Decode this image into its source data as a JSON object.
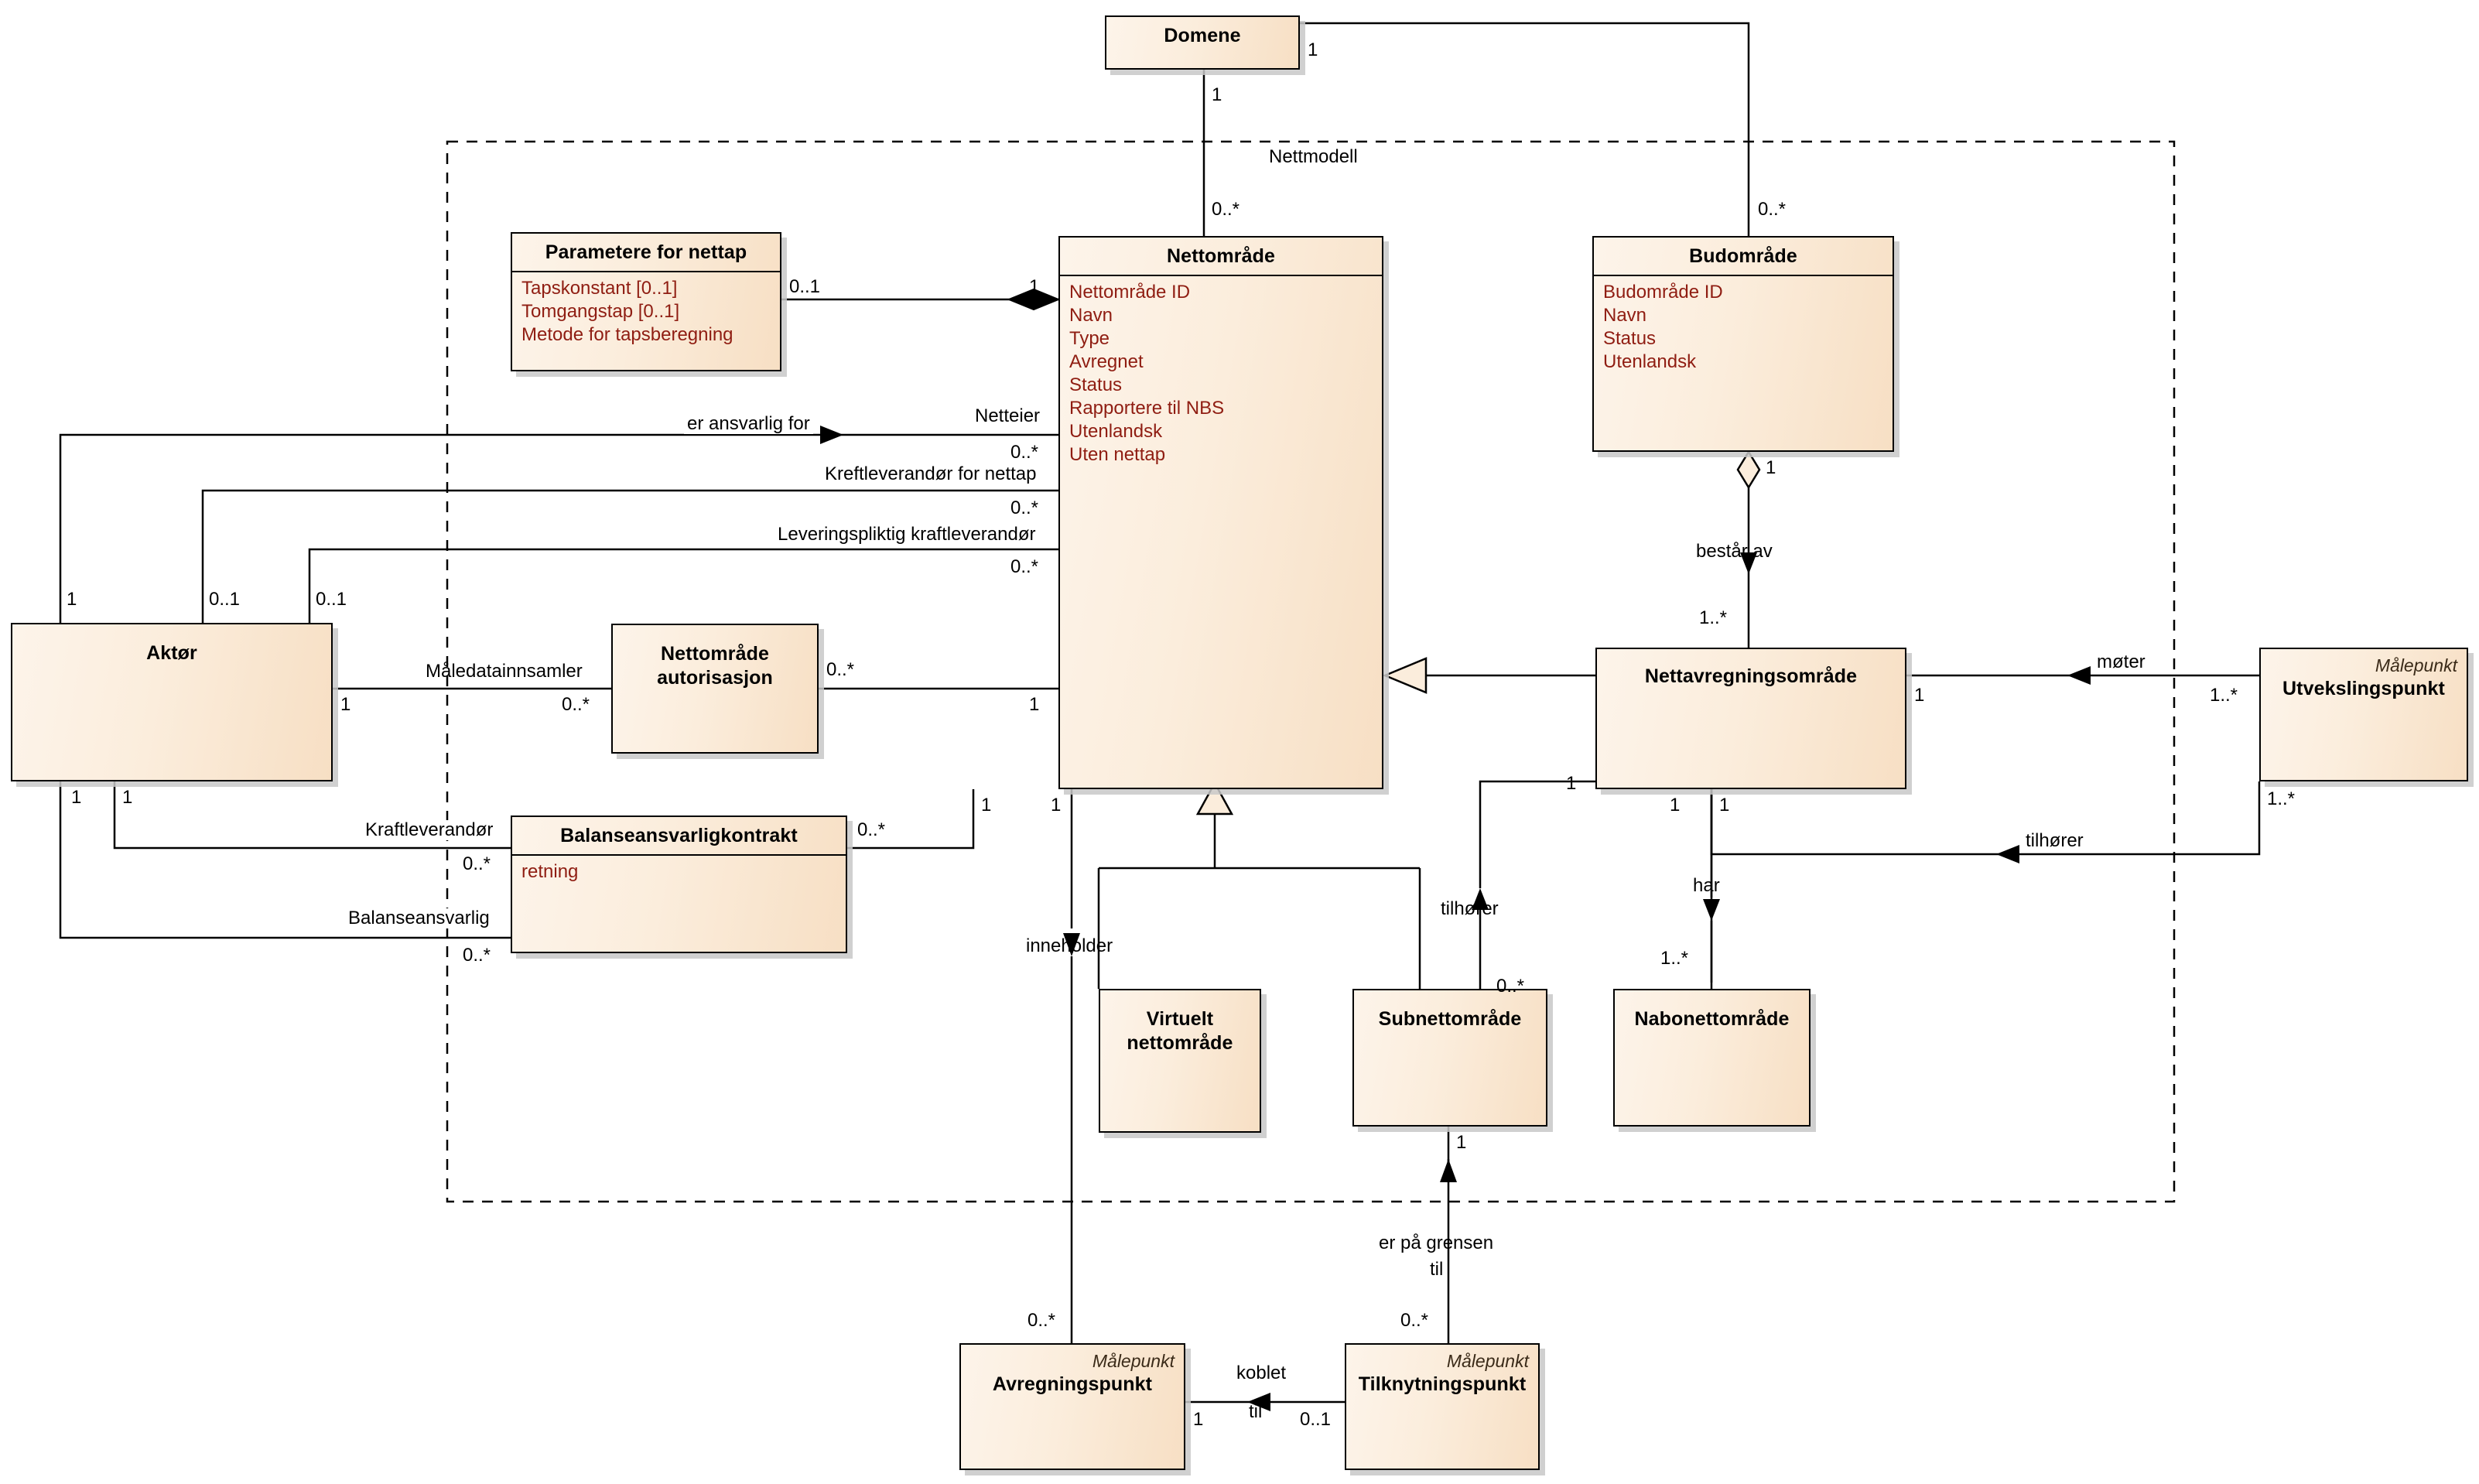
{
  "diagram": {
    "type": "uml-class-diagram",
    "title": "Nettmodell",
    "package_label": "Nettmodell"
  },
  "classes": [
    {
      "id": "domene",
      "name": "Domene",
      "stereotype": "",
      "attributes": []
    },
    {
      "id": "parametere",
      "name": "Parametere for nettap",
      "stereotype": "",
      "attributes": [
        "Tapskonstant [0..1]",
        "Tomgangstap [0..1]",
        "Metode for tapsberegning"
      ]
    },
    {
      "id": "nettomrade",
      "name": "Nettområde",
      "stereotype": "",
      "attributes": [
        "Nettområde ID",
        "Navn",
        "Type",
        "Avregnet",
        "Status",
        "Rapportere til NBS",
        "Utenlandsk",
        "Uten nettap"
      ]
    },
    {
      "id": "budomrade",
      "name": "Budområde",
      "stereotype": "",
      "attributes": [
        "Budområde ID",
        "Navn",
        "Status",
        "Utenlandsk"
      ]
    },
    {
      "id": "aktor",
      "name": "Aktør",
      "stereotype": "",
      "attributes": []
    },
    {
      "id": "nettomradeaut",
      "name": "Nettområde autorisasjon",
      "stereotype": "",
      "attributes": []
    },
    {
      "id": "balansekontrakt",
      "name": "Balanseansvarligkontrakt",
      "stereotype": "",
      "attributes": [
        "retning"
      ]
    },
    {
      "id": "nettavregning",
      "name": "Nettavregningsområde",
      "stereotype": "",
      "attributes": []
    },
    {
      "id": "utvekslingspunkt",
      "name": "Utvekslingspunkt",
      "stereotype": "Målepunkt",
      "attributes": []
    },
    {
      "id": "virtuelt",
      "name": "Virtuelt nettområde",
      "stereotype": "",
      "attributes": []
    },
    {
      "id": "subnett",
      "name": "Subnettområde",
      "stereotype": "",
      "attributes": []
    },
    {
      "id": "nabonett",
      "name": "Nabonettområde",
      "stereotype": "",
      "attributes": []
    },
    {
      "id": "avregningspunkt",
      "name": "Avregningspunkt",
      "stereotype": "Målepunkt",
      "attributes": []
    },
    {
      "id": "tilknytningspunkt",
      "name": "Tilknytningspunkt",
      "stereotype": "Målepunkt",
      "attributes": []
    }
  ],
  "relationships": [
    {
      "from": "domene",
      "to": "nettomrade",
      "label": "",
      "from_mult": "1",
      "to_mult": "0..*",
      "kind": "association"
    },
    {
      "from": "domene",
      "to": "budomrade",
      "label": "",
      "from_mult": "1",
      "to_mult": "0..*",
      "kind": "association"
    },
    {
      "from": "parametere",
      "to": "nettomrade",
      "label": "",
      "from_mult": "0..1",
      "to_mult": "1",
      "kind": "composition"
    },
    {
      "from": "aktor",
      "to": "nettomrade",
      "label": "er ansvarlig for",
      "role": "Netteier",
      "from_mult": "1",
      "to_mult": "0..*",
      "kind": "directed"
    },
    {
      "from": "aktor",
      "to": "nettomrade",
      "label": "",
      "role": "Kreftleverandør for nettap",
      "from_mult": "0..1",
      "to_mult": "0..*",
      "kind": "association"
    },
    {
      "from": "aktor",
      "to": "nettomrade",
      "label": "",
      "role": "Leveringspliktig kraftleverandør",
      "from_mult": "0..1",
      "to_mult": "0..*",
      "kind": "association"
    },
    {
      "from": "aktor",
      "to": "nettomradeaut",
      "label": "Måledatainnsamler",
      "from_mult": "1",
      "to_mult": "0..*",
      "kind": "association"
    },
    {
      "from": "nettomradeaut",
      "to": "nettomrade",
      "label": "",
      "from_mult": "0..*",
      "to_mult": "1",
      "kind": "association"
    },
    {
      "from": "aktor",
      "to": "balansekontrakt",
      "label": "",
      "role": "Kraftleverandør",
      "from_mult": "1",
      "to_mult": "0..*",
      "kind": "association"
    },
    {
      "from": "aktor",
      "to": "balansekontrakt",
      "label": "",
      "role": "Balanseansvarlig",
      "from_mult": "1",
      "to_mult": "0..*",
      "kind": "association"
    },
    {
      "from": "balansekontrakt",
      "to": "nettomrade",
      "label": "",
      "from_mult": "0..*",
      "to_mult": "1",
      "kind": "association"
    },
    {
      "from": "budomrade",
      "to": "nettavregning",
      "label": "består av",
      "from_mult": "1",
      "to_mult": "1..*",
      "kind": "aggregation"
    },
    {
      "from": "nettavregning",
      "to": "nettomrade",
      "label": "",
      "from_mult": "",
      "to_mult": "",
      "kind": "generalization"
    },
    {
      "from": "utvekslingspunkt",
      "to": "nettavregning",
      "label": "møter",
      "from_mult": "1..*",
      "to_mult": "1",
      "kind": "directed"
    },
    {
      "from": "utvekslingspunkt",
      "to": "nettavregning",
      "label": "tilhører",
      "from_mult": "1..*",
      "to_mult": "1",
      "kind": "directed"
    },
    {
      "from": "nettavregning",
      "to": "nabonettomrade",
      "label": "har",
      "from_mult": "1",
      "to_mult": "1..*",
      "kind": "directed"
    },
    {
      "from": "subnett",
      "to": "nettavregning",
      "label": "tilhører",
      "from_mult": "0..*",
      "to_mult": "1",
      "kind": "directed"
    },
    {
      "from": "virtuelt",
      "to": "nettomrade",
      "label": "",
      "from_mult": "",
      "to_mult": "",
      "kind": "generalization"
    },
    {
      "from": "subnett",
      "to": "nettomrade",
      "label": "",
      "from_mult": "",
      "to_mult": "",
      "kind": "generalization"
    },
    {
      "from": "nettomrade",
      "to": "avregningspunkt",
      "label": "inneholder",
      "from_mult": "1",
      "to_mult": "0..*",
      "kind": "directed"
    },
    {
      "from": "avregningspunkt",
      "to": "tilknytningspunkt",
      "label": "koblet til",
      "from_mult": "1",
      "to_mult": "0..1",
      "kind": "directed"
    },
    {
      "from": "tilknytningspunkt",
      "to": "subnett",
      "label": "er på grensen til",
      "from_mult": "0..*",
      "to_mult": "1",
      "kind": "directed"
    }
  ],
  "labels": {
    "nettmodell": "Nettmodell",
    "er_ansvarlig_for": "er ansvarlig for",
    "netteier": "Netteier",
    "kreftleverandor_for_nettap": "Kreftleverandør for nettap",
    "leveringspliktig": "Leveringspliktig kraftleverandør",
    "maledatainnsamler": "Måledatainnsamler",
    "kraftleverandor": "Kraftleverandør",
    "balanseansvarlig": "Balanseansvarlig",
    "bestar_av": "består av",
    "moter": "møter",
    "tilhorer": "tilhører",
    "tilhorer2": "tilhører",
    "har": "har",
    "inneholder": "inneholder",
    "koblet": "koblet",
    "til": "til",
    "er_pa_grensen": "er på grensen",
    "til2": "til",
    "malepunkt": "Målepunkt"
  },
  "multiplicities": {
    "one": "1",
    "zero_one": "0..1",
    "zero_many": "0..*",
    "one_many": "1..*"
  },
  "colors": {
    "class_fill_light": "#fdf4ea",
    "class_fill_dark": "#f7dfc4",
    "class_border": "#000000",
    "attribute_text": "#8f1d12",
    "line": "#000000",
    "shadow": "#c8c8c8"
  }
}
